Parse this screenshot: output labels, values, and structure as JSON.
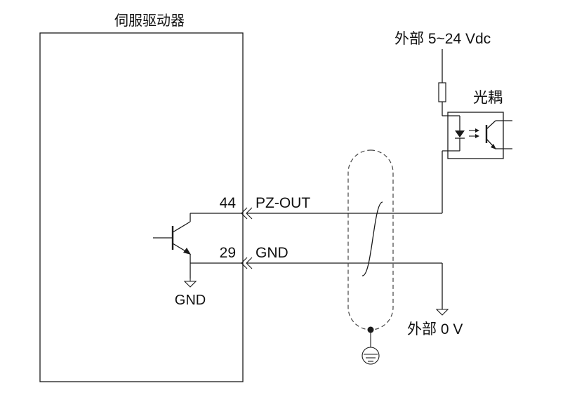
{
  "diagram": {
    "title": "伺服驱动器",
    "supply_label": "外部 5~24 Vdc",
    "optocoupler_label": "光耦",
    "ground_label": "外部 0 V",
    "driver_ground_label": "GND",
    "pins": [
      {
        "number": "44",
        "signal": "PZ-OUT"
      },
      {
        "number": "29",
        "signal": "GND"
      }
    ]
  }
}
